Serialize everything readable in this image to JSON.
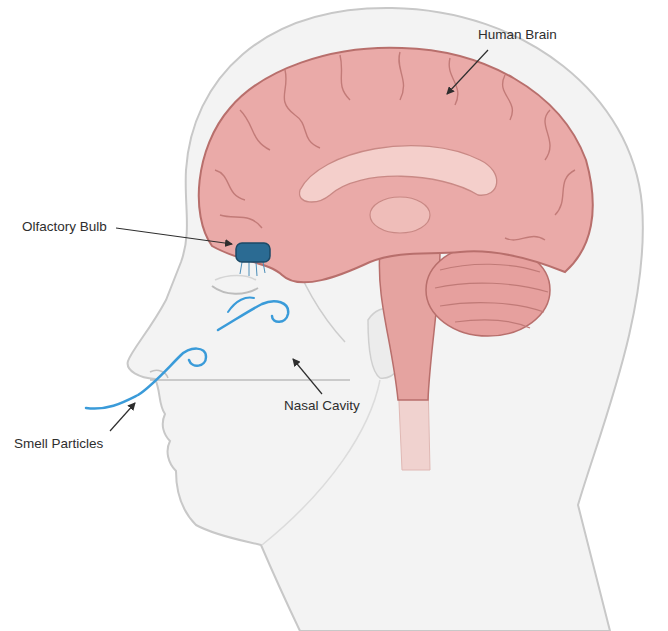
{
  "diagram": {
    "labels": [
      "Human Brain",
      "Olfactory Bulb",
      "Nasal Cavity",
      "Smell Particles"
    ]
  }
}
